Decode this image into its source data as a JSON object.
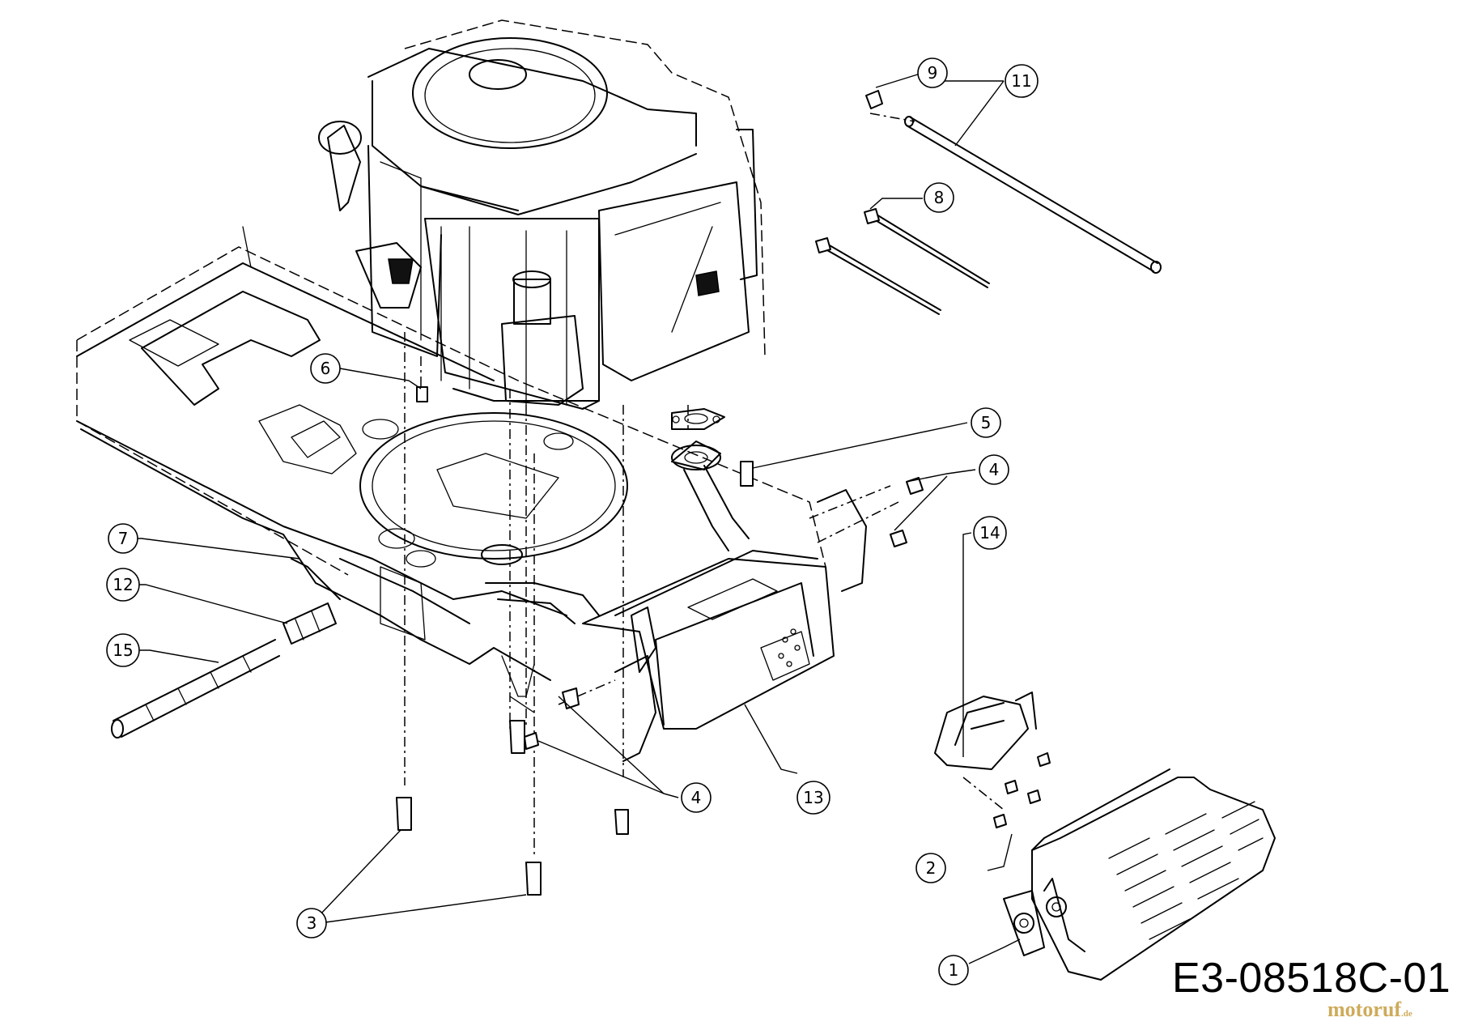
{
  "diagram": {
    "code": "E3-08518C-01",
    "watermark": "motoruf",
    "watermark_suffix": ".de"
  },
  "callouts": [
    {
      "id": "c1",
      "label": "1"
    },
    {
      "id": "c2",
      "label": "2"
    },
    {
      "id": "c3",
      "label": "3"
    },
    {
      "id": "c4a",
      "label": "4"
    },
    {
      "id": "c4b",
      "label": "4"
    },
    {
      "id": "c5",
      "label": "5"
    },
    {
      "id": "c6",
      "label": "6"
    },
    {
      "id": "c7",
      "label": "7"
    },
    {
      "id": "c8",
      "label": "8"
    },
    {
      "id": "c9",
      "label": "9"
    },
    {
      "id": "c11",
      "label": "11"
    },
    {
      "id": "c12",
      "label": "12"
    },
    {
      "id": "c13",
      "label": "13"
    },
    {
      "id": "c14",
      "label": "14"
    },
    {
      "id": "c15",
      "label": "15"
    }
  ]
}
